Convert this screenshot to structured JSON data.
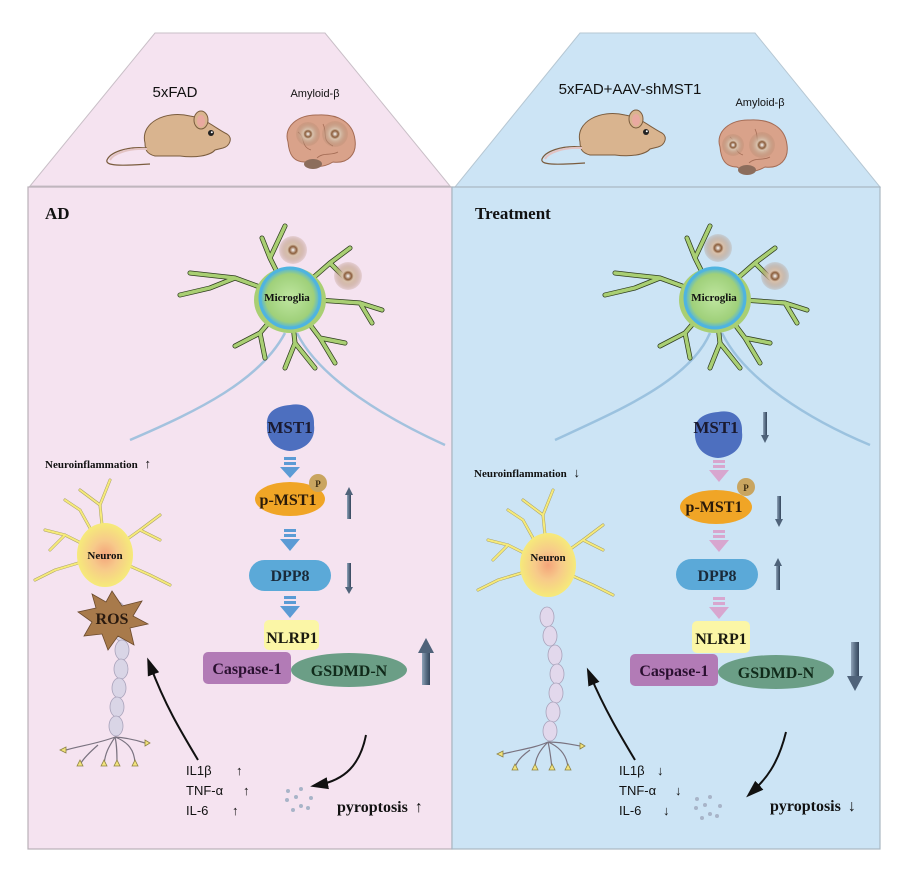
{
  "colors": {
    "ad_panel": "#f5e3f0",
    "treatment_panel": "#cce4f5",
    "panel_border": "#b9b0b8",
    "flow_arrow_ad": "#5b9bd5",
    "flow_arrow_treatment": "#d8a6cf",
    "mst1": "#4d6fbf",
    "p_mst1": "#f0a526",
    "phospho": "#c9a560",
    "dpp8": "#5ba9d8",
    "nlrp1": "#fbf6a6",
    "caspase1": "#b27bb6",
    "gsdmd": "#6b9e86",
    "microglia": "#a9cf73",
    "neuron": "#f6ea7a",
    "ros": "#a87a4b",
    "mouse": "#d9b48f",
    "brain": "#d9a28a"
  },
  "ad": {
    "top": {
      "model_label": "5xFAD",
      "amyloid_label": "Amyloid-β"
    },
    "panel_title": "AD",
    "microglia_label": "Microglia",
    "neuroinflammation": {
      "label": "Neuroinflammation",
      "trend": "↑"
    },
    "neuron_label": "Neuron",
    "ros_label": "ROS",
    "pathway": {
      "mst1": {
        "label": "MST1",
        "trend": ""
      },
      "p_mst1": {
        "label": "p-MST1",
        "phospho": "P",
        "trend": "↑"
      },
      "dpp8": {
        "label": "DPP8",
        "trend": "↓"
      },
      "nlrp1": {
        "label": "NLRP1"
      },
      "caspase1": {
        "label": "Caspase-1"
      },
      "gsdmd": {
        "label": "GSDMD-N",
        "trend": "↑"
      }
    },
    "cytokines": [
      {
        "label": "IL1β",
        "trend": "↑"
      },
      {
        "label": "TNF-α",
        "trend": "↑"
      },
      {
        "label": "IL-6",
        "trend": "↑"
      }
    ],
    "pyroptosis": {
      "label": "pyroptosis",
      "trend": "↑"
    }
  },
  "treatment": {
    "top": {
      "model_label": "5xFAD+AAV-shMST1",
      "amyloid_label": "Amyloid-β"
    },
    "panel_title": "Treatment",
    "microglia_label": "Microglia",
    "neuroinflammation": {
      "label": "Neuroinflammation",
      "trend": "↓"
    },
    "neuron_label": "Neuron",
    "pathway": {
      "mst1": {
        "label": "MST1",
        "trend": "↓"
      },
      "p_mst1": {
        "label": "p-MST1",
        "phospho": "P",
        "trend": "↓"
      },
      "dpp8": {
        "label": "DPP8",
        "trend": "↑"
      },
      "nlrp1": {
        "label": "NLRP1"
      },
      "caspase1": {
        "label": "Caspase-1"
      },
      "gsdmd": {
        "label": "GSDMD-N",
        "trend": "↓"
      }
    },
    "cytokines": [
      {
        "label": "IL1β",
        "trend": "↓"
      },
      {
        "label": "TNF-α",
        "trend": "↓"
      },
      {
        "label": "IL-6",
        "trend": "↓"
      }
    ],
    "pyroptosis": {
      "label": "pyroptosis",
      "trend": "↓"
    }
  }
}
